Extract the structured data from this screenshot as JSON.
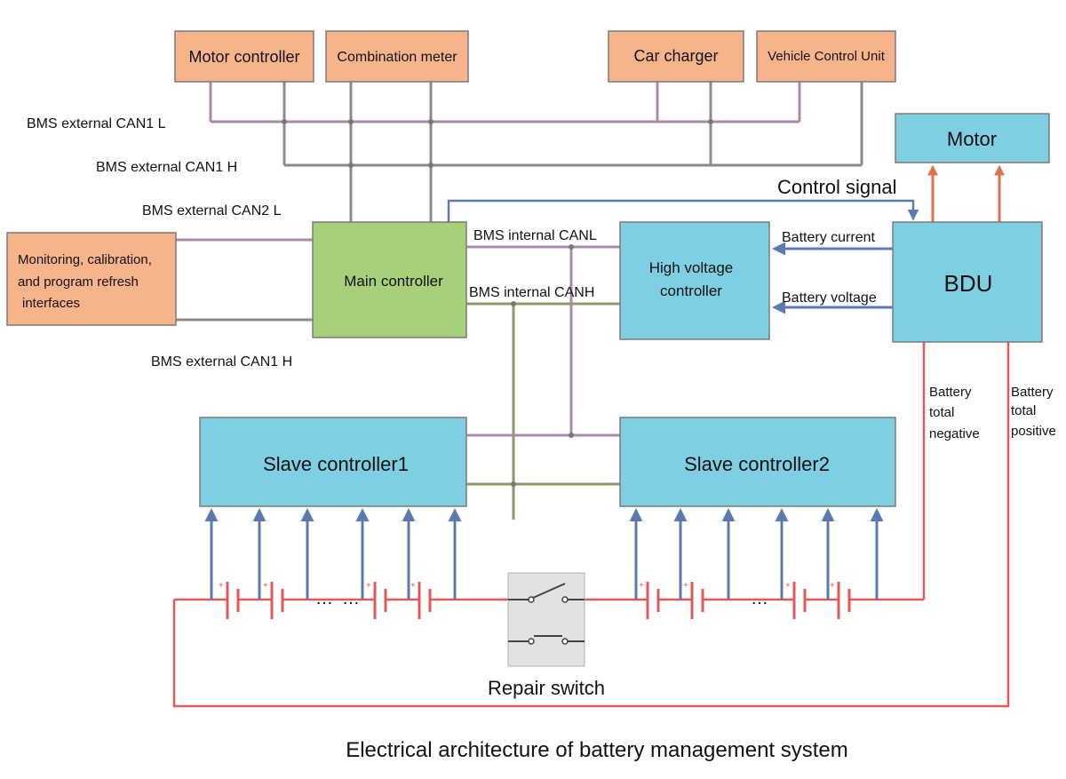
{
  "colors": {
    "orange_box": "#f7b48a",
    "blue_box": "#7fcfe3",
    "green_box": "#a8cf7a",
    "box_border": "#7a7a7a",
    "can_line_purple": "#a88aa6",
    "can_line_olive": "#8a9a6a",
    "can_line_gray": "#8a8a8a",
    "signal_arrow": "#5a7ab0",
    "power_line": "#e05858",
    "bdu_arrow": "#e0704a"
  },
  "boxes": {
    "motor_controller": "Motor controller",
    "combination_meter": "Combination meter",
    "car_charger": "Car charger",
    "vehicle_control_unit": "Vehicle Control Unit",
    "motor": "Motor",
    "monitoring": [
      "Monitoring, calibration,",
      "and program refresh",
      "interfaces"
    ],
    "main_controller": "Main controller",
    "high_voltage_controller": [
      "High voltage",
      "controller"
    ],
    "bdu": "BDU",
    "slave_controller_1": "Slave controller1",
    "slave_controller_2": "Slave controller2",
    "repair_switch": "Repair switch"
  },
  "labels": {
    "can1_l": "BMS external CAN1 L",
    "can1_h_top": "BMS external CAN1 H",
    "can2_l": "BMS external CAN2 L",
    "can1_h_bottom": "BMS external CAN1 H",
    "internal_canl": "BMS internal CANL",
    "internal_canh": "BMS internal CANH",
    "control_signal": "Control signal",
    "battery_current": "Battery current",
    "battery_voltage": "Battery voltage",
    "battery_total_negative": [
      "Battery",
      "total",
      "negative"
    ],
    "battery_total_positive": [
      "Battery",
      "total",
      "positive"
    ],
    "ellipsis": "…"
  },
  "caption": "Electrical architecture of battery management system"
}
